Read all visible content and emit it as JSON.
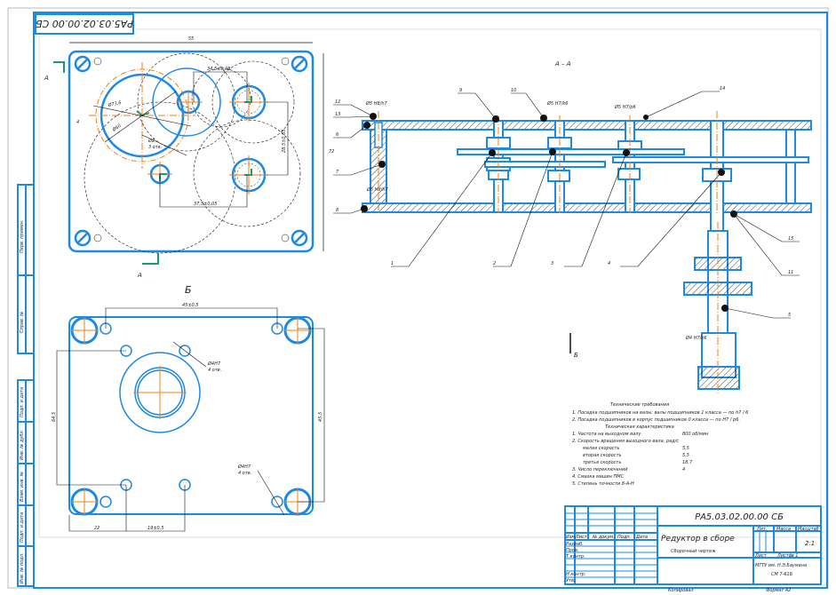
{
  "drawing": {
    "designation": "РА5.03.02.00.00 СБ",
    "designation_rotated": "РА5.03.02.00.00 СБ",
    "title_line1": "Редуктор в сборе",
    "title_line2": "Сборочный чертеж",
    "organization_line1": "МГТУ им. Н.Э.Баумана",
    "organization_line2": "СМ 7-61Б",
    "scale": "2:1",
    "sheet": "Лист",
    "sheets": "Листов 1",
    "format": "Формат А2",
    "copied": "Копировал"
  },
  "title_block": {
    "col_headers": [
      "Изм.",
      "Лист",
      "№ докум.",
      "Подп.",
      "Дата"
    ],
    "row_labels": [
      "Разраб.",
      "Пров.",
      "Т.контр.",
      "",
      "Н.контр.",
      "Утв."
    ],
    "right_headers": [
      "Лит.",
      "Масса",
      "Масштаб"
    ]
  },
  "side_stamp": {
    "upper": [
      "Перв. примен.",
      "Справ. №"
    ],
    "lower": [
      "Подп. и дата",
      "Инв. № дубл.",
      "Взам. инв. №",
      "Подп. и дата",
      "Инв. № подл."
    ]
  },
  "views": {
    "top_view": {
      "overall_width": "55",
      "overall_height": "72",
      "section_label": "А",
      "dims": [
        "34,5±0,08",
        "28,5±0,05",
        "37,5±0,05",
        "Ø73,6",
        "Ø60",
        "Ø2",
        "4",
        "3 отв."
      ]
    },
    "section_aa": {
      "label": "А – А",
      "fits": [
        "Ø5 H8/h7",
        "Ø5 H7/k6",
        "Ø5 H7/k6",
        "Ø5 H7/p6",
        "Ø4 H7/k6"
      ],
      "callouts": [
        "1",
        "2",
        "3",
        "4",
        "5",
        "6",
        "7",
        "8",
        "9",
        "10",
        "11",
        "12",
        "13",
        "14",
        "15"
      ]
    },
    "view_b": {
      "label": "Б",
      "dims": [
        "45±0,5",
        "64,5",
        "45,5",
        "22",
        "19±0,5",
        "Ø4H7",
        "4 отв."
      ]
    }
  },
  "technical_requirements": {
    "heading_1": "Технические требования",
    "items_1": [
      "1. Посадка подшипников на валы: валы подшипников 1 класса — по h7 / 6",
      "2. Посадка подшипников в корпус подшипников 0 класса — по H7 / р6."
    ],
    "heading_2": "Техническая характеристика",
    "items_2": [
      {
        "label": "1. Частота на выходном валу",
        "value": "800 об/мин"
      },
      {
        "label": "2. Скорость вращения выходного вала, рад/с",
        "value": ""
      },
      {
        "label": "малая скорость",
        "value": "5,5"
      },
      {
        "label": "вторая скорость",
        "value": "5,5"
      },
      {
        "label": "третья скорость",
        "value": "18,7"
      },
      {
        "label": "3. Число переключений",
        "value": "4"
      },
      {
        "label": "4. Смазка машин ПМС",
        "value": ""
      },
      {
        "label": "5. Степень точности 8-А-Н",
        "value": ""
      }
    ]
  },
  "colors": {
    "outline": "#1e88e5",
    "center": "#f08010",
    "black": "#111111",
    "green": "#1b9a7a",
    "frame": "#bbbbbb"
  }
}
